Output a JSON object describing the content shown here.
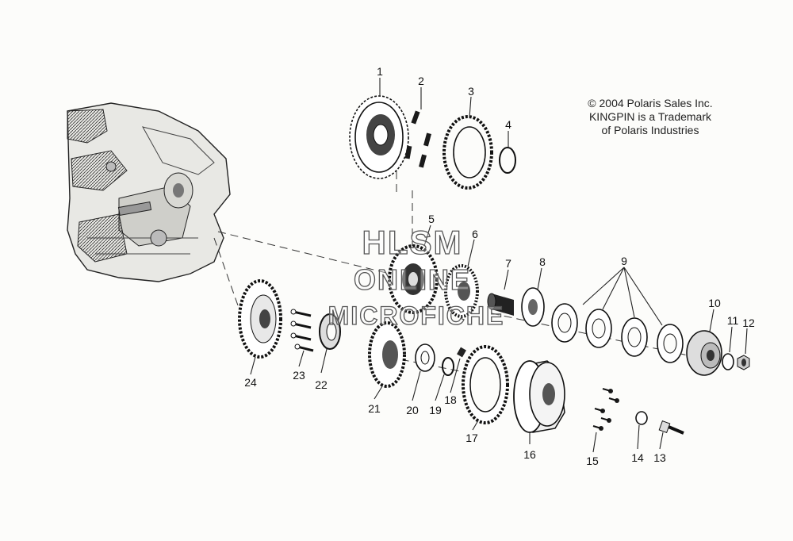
{
  "copyright": {
    "line1": "© 2004 Polaris Sales Inc.",
    "line2": "KINGPIN is a Trademark",
    "line3": "of Polaris Industries"
  },
  "watermark": {
    "line1": "HLSM",
    "line2": "ONLINE",
    "line3": "MICROFICHE"
  },
  "callouts": [
    "1",
    "2",
    "3",
    "4",
    "5",
    "6",
    "7",
    "8",
    "9",
    "10",
    "11",
    "12",
    "13",
    "14",
    "15",
    "16",
    "17",
    "18",
    "19",
    "20",
    "21",
    "22",
    "23",
    "24"
  ]
}
